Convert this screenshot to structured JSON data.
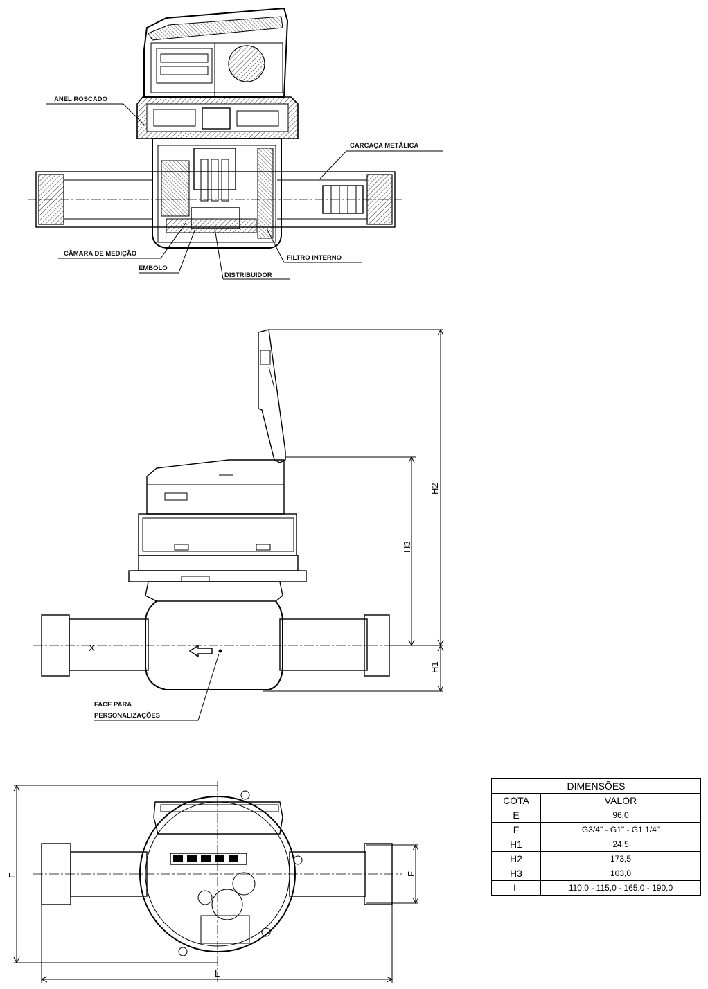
{
  "section_view": {
    "labels": {
      "anel_roscado": "ANEL ROSCADO",
      "carcaca": "CARCAÇA METÁLICA",
      "camara": "CÂMARA DE MEDIÇÃO",
      "embolo": "ÊMBOLO",
      "distribuidor": "DISTRIBUIDOR",
      "filtro": "FILTRO INTERNO"
    }
  },
  "side_view": {
    "dims": {
      "h1": "H1",
      "h2": "H2",
      "h3": "H3"
    },
    "marker_x": "X",
    "face_label_1": "FACE PARA",
    "face_label_2": "PERSONALIZAÇÕES"
  },
  "top_view": {
    "dims": {
      "e": "E",
      "f": "F",
      "l": "L"
    }
  },
  "table": {
    "title": "DIMENSÕES",
    "headers": [
      "COTA",
      "VALOR"
    ],
    "rows": [
      {
        "cota": "E",
        "valor": "96,0"
      },
      {
        "cota": "F",
        "valor": "G3/4\" - G1\" - G1 1/4\""
      },
      {
        "cota": "H1",
        "valor": "24,5"
      },
      {
        "cota": "H2",
        "valor": "173,5"
      },
      {
        "cota": "H3",
        "valor": "103,0"
      },
      {
        "cota": "L",
        "valor": "110,0 - 115,0 - 165,0 - 190,0"
      }
    ]
  }
}
